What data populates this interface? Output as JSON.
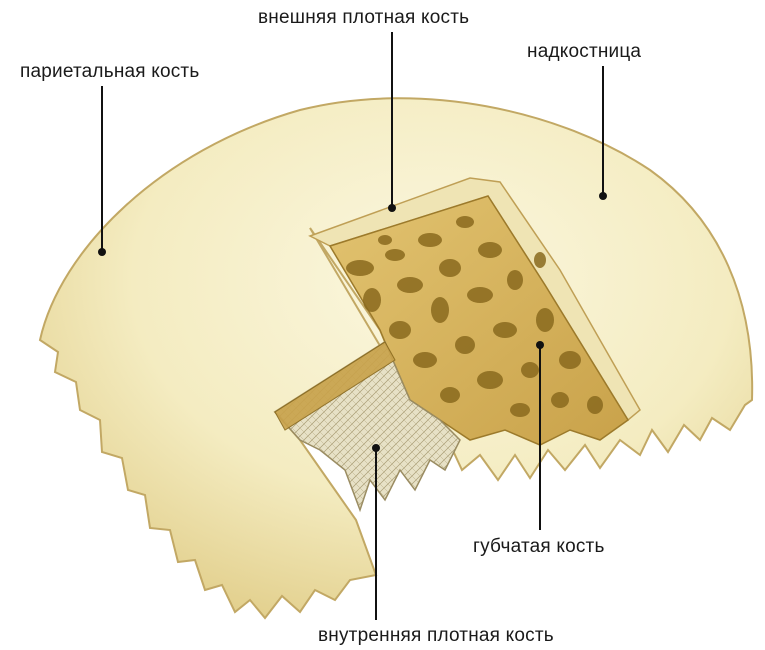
{
  "labels": {
    "outer_compact": "внешняя плотная кость",
    "parietal": "париетальная кость",
    "periosteum": "надкостница",
    "spongy": "губчатая кость",
    "inner_compact": "внутренняя плотная кость"
  },
  "colors": {
    "bone_surface": "#f6f0c9",
    "bone_edge": "#c9a85a",
    "spongy_bone": "#d9b85f",
    "spongy_pores": "#8a6a1e",
    "inner_compact": "#c8bfa0",
    "leader_line": "#111111"
  }
}
